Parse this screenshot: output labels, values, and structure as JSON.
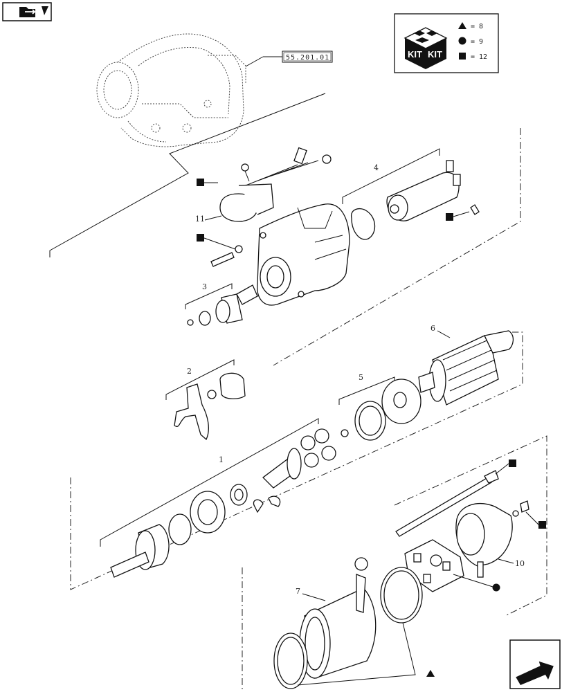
{
  "reference_box": {
    "text": "55.201.01"
  },
  "kit_legend": {
    "kit_labels": [
      "KIT",
      "KIT"
    ],
    "entries": [
      {
        "symbol": "triangle",
        "text": "= 8"
      },
      {
        "symbol": "circle",
        "text": "= 9"
      },
      {
        "symbol": "square",
        "text": "= 12"
      }
    ]
  },
  "callouts": {
    "c1": "1",
    "c2": "2",
    "c3": "3",
    "c4": "4",
    "c5": "5",
    "c6": "6",
    "c7": "7",
    "c10": "10",
    "c11": "11"
  },
  "icons": {
    "top_left": "folder-arrow-icon",
    "bottom_right": "next-page-arrow-icon"
  },
  "colors": {
    "ink": "#111111",
    "background": "#ffffff"
  }
}
